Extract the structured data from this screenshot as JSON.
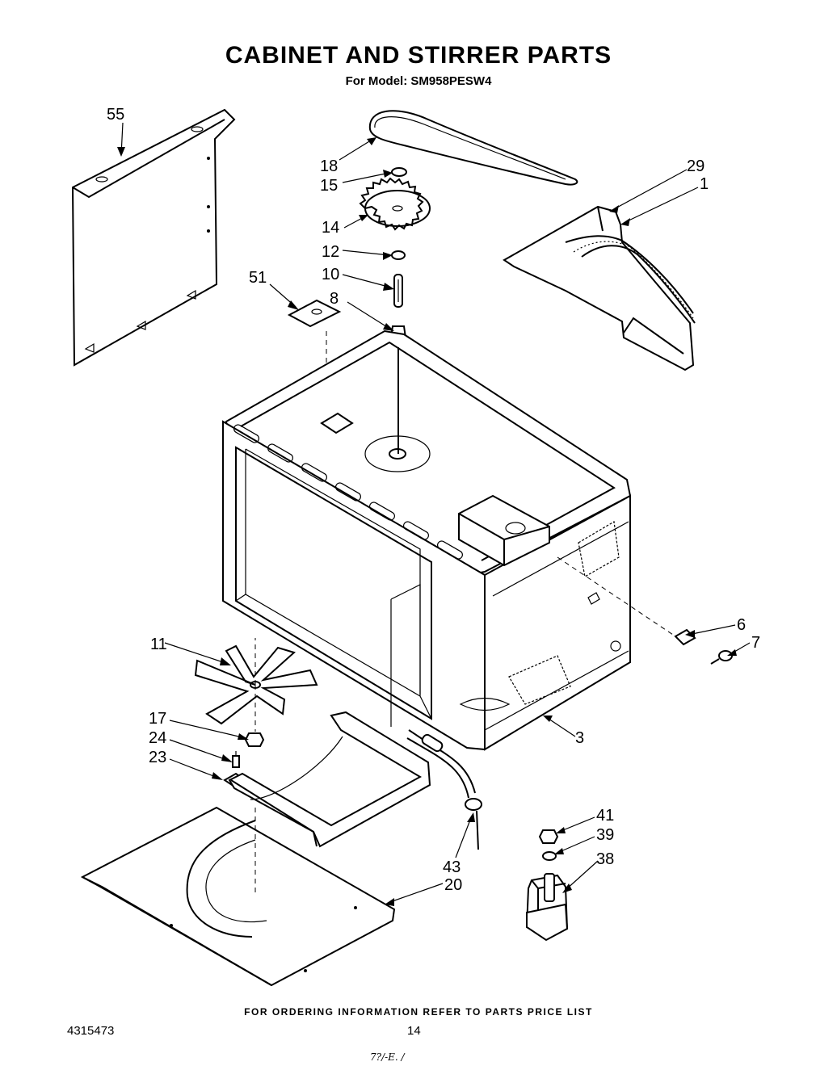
{
  "header": {
    "title": "CABINET AND STIRRER PARTS",
    "subtitle": "For Model: SM958PESW4"
  },
  "footer": {
    "note": "FOR ORDERING INFORMATION REFER TO PARTS PRICE LIST",
    "doc_number": "4315473",
    "page_number": "14",
    "stamp": "7?/-E. /"
  },
  "callouts": [
    "55",
    "18",
    "15",
    "14",
    "12",
    "10",
    "8",
    "51",
    "29",
    "1",
    "6",
    "7",
    "3",
    "11",
    "17",
    "24",
    "23",
    "43",
    "20",
    "41",
    "39",
    "38"
  ]
}
